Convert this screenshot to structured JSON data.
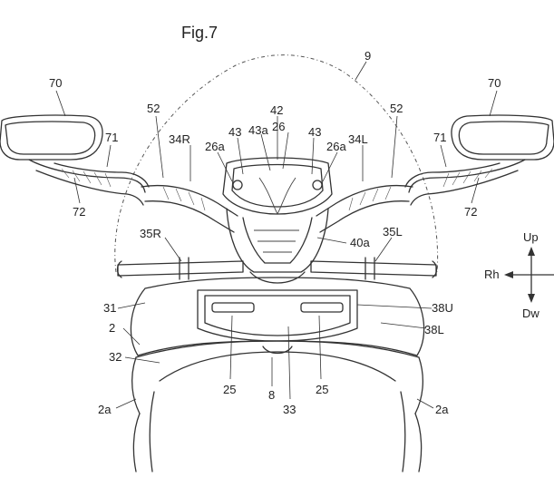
{
  "figure": {
    "title": "Fig.7"
  },
  "labels": {
    "l70_left": "70",
    "l70_right": "70",
    "l71_left": "71",
    "l71_right": "71",
    "l72_left": "72",
    "l72_right": "72",
    "l52_left": "52",
    "l52_right": "52",
    "l9": "9",
    "l42": "42",
    "l43_left": "43",
    "l43a": "43a",
    "l26": "26",
    "l43_right": "43",
    "l26a_left": "26a",
    "l26a_right": "26a",
    "l34R": "34R",
    "l34L": "34L",
    "l35R": "35R",
    "l35L": "35L",
    "l40a": "40a",
    "l31": "31",
    "l2": "2",
    "l32": "32",
    "l38U": "38U",
    "l38L": "38L",
    "l25_left": "25",
    "l8": "8",
    "l25_right": "25",
    "l33": "33",
    "l2a_left": "2a",
    "l2a_right": "2a"
  },
  "compass": {
    "up": "Up",
    "down": "Dw",
    "left": "Rh"
  }
}
